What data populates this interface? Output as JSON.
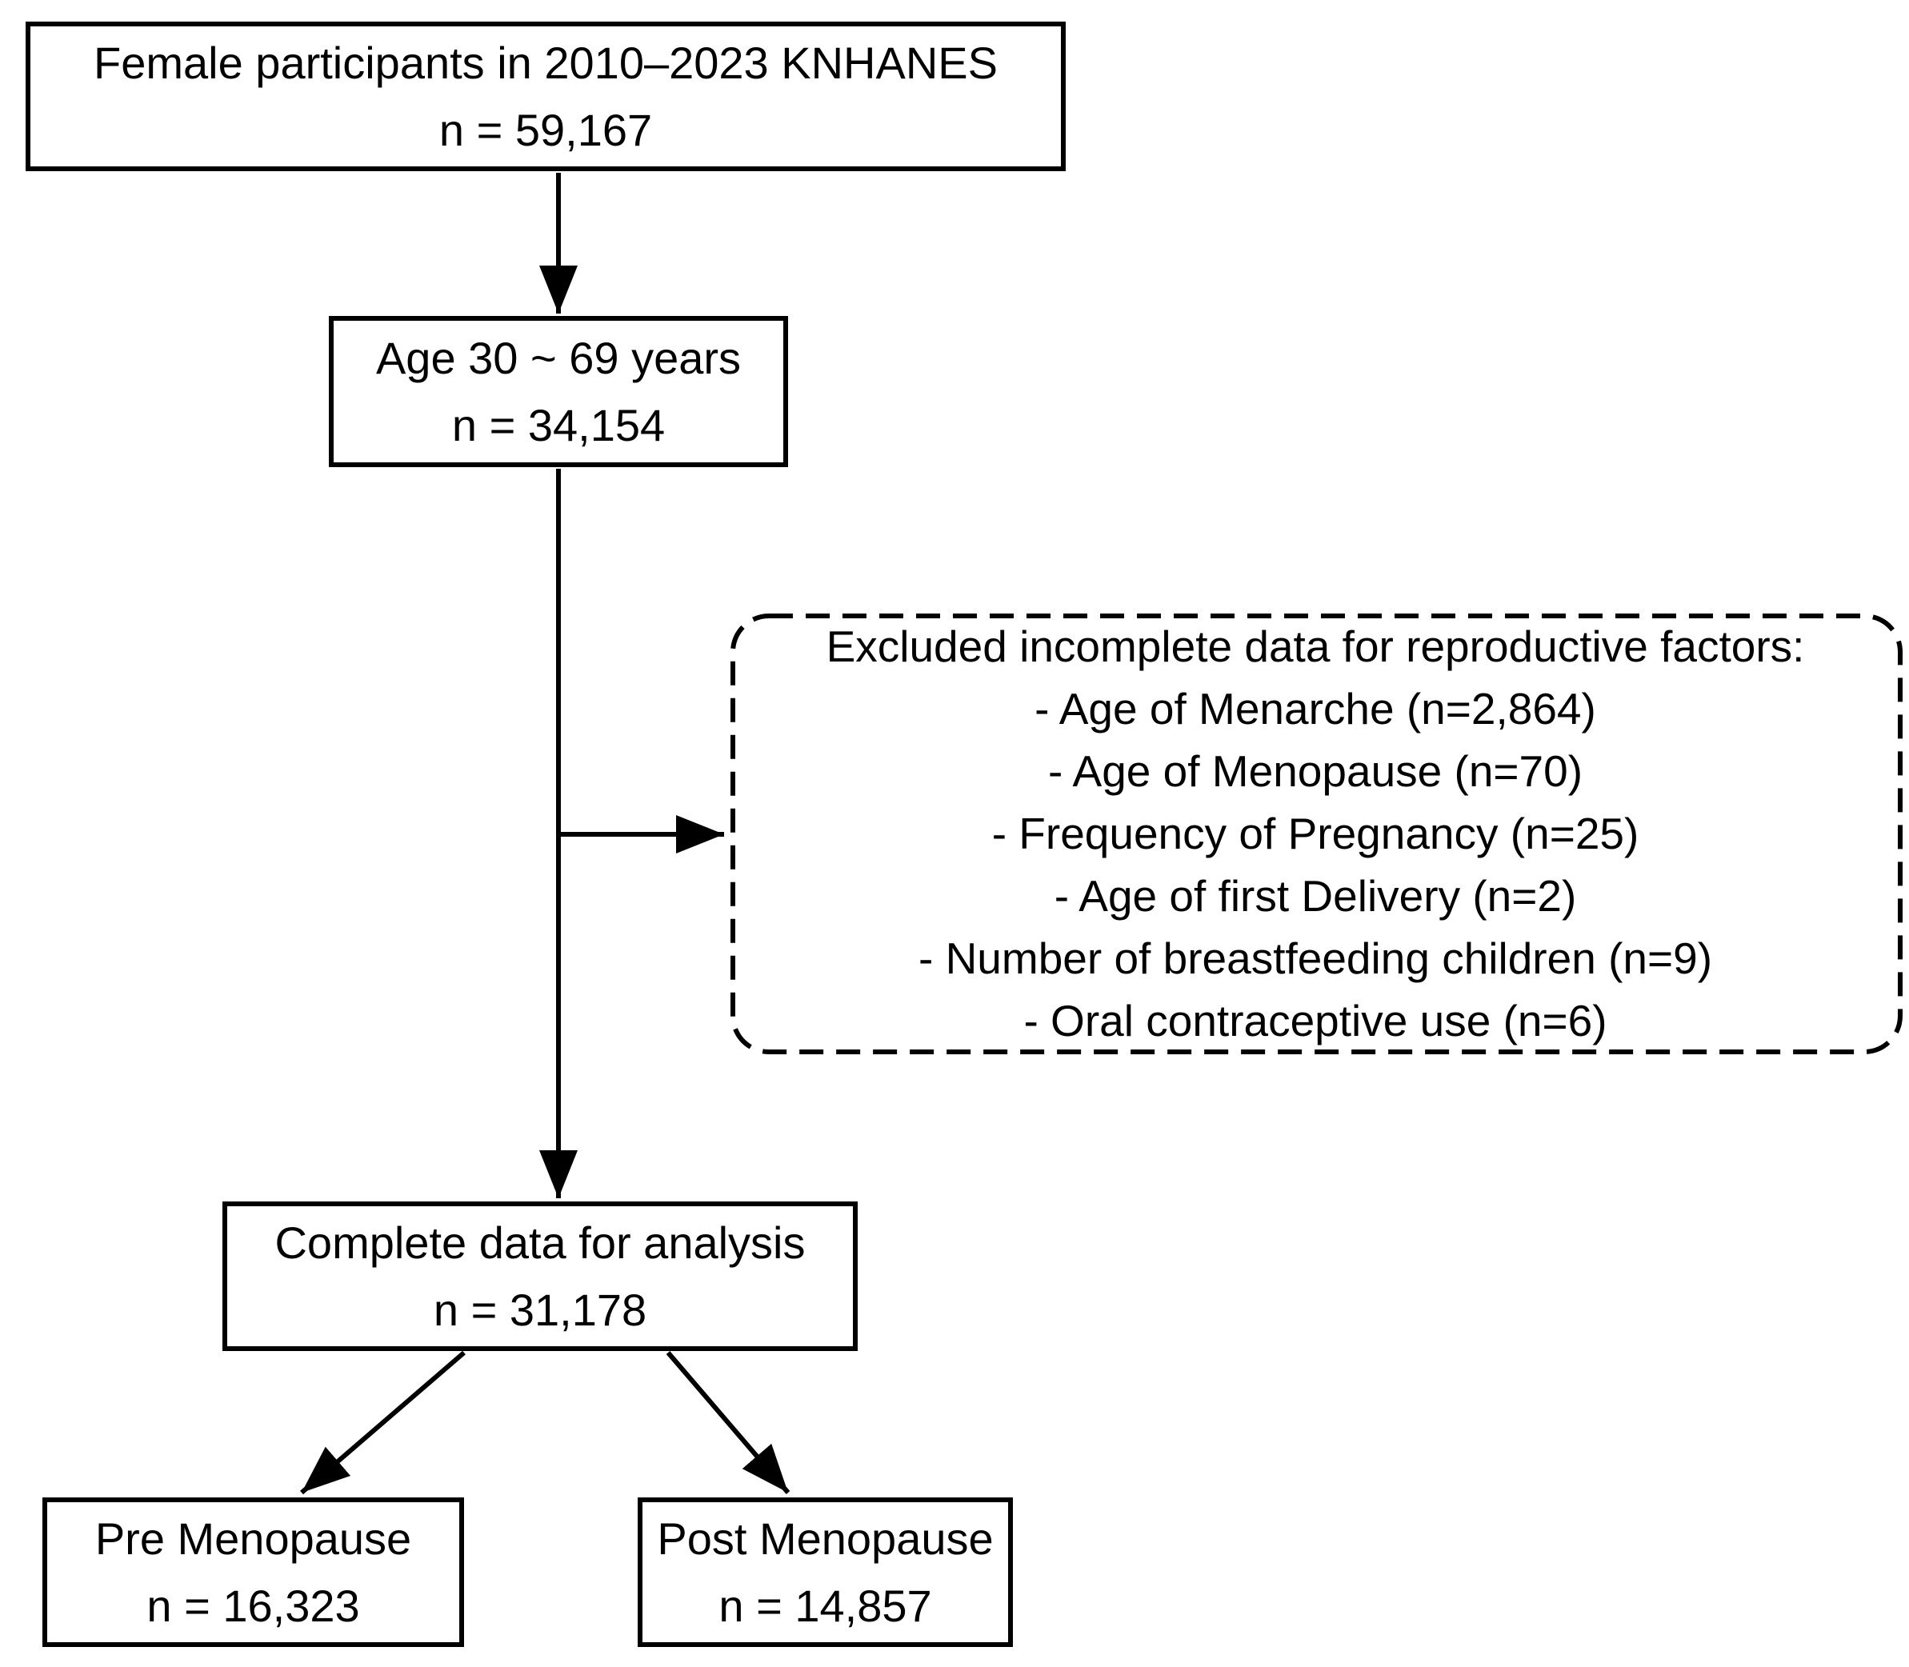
{
  "flow": {
    "source_box": {
      "line1": "Female participants in 2010–2023 KNHANES",
      "line2": "n = 59,167"
    },
    "age_box": {
      "line1": "Age 30 ~ 69 years",
      "line2": "n = 34,154"
    },
    "excluded_box": {
      "title": "Excluded incomplete data for reproductive factors:",
      "items": [
        "- Age of Menarche (n=2,864)",
        "- Age of Menopause (n=70)",
        "- Frequency of Pregnancy (n=25)",
        "- Age of first Delivery (n=2)",
        "- Number of breastfeeding children (n=9)",
        "- Oral contraceptive use (n=6)"
      ]
    },
    "complete_box": {
      "line1": "Complete data for analysis",
      "line2": "n = 31,178"
    },
    "pre_box": {
      "line1": "Pre Menopause",
      "line2": "n = 16,323"
    },
    "post_box": {
      "line1": "Post Menopause",
      "line2": "n = 14,857"
    }
  },
  "colors": {
    "line": "#000000",
    "text": "#000000",
    "background": "#ffffff"
  }
}
